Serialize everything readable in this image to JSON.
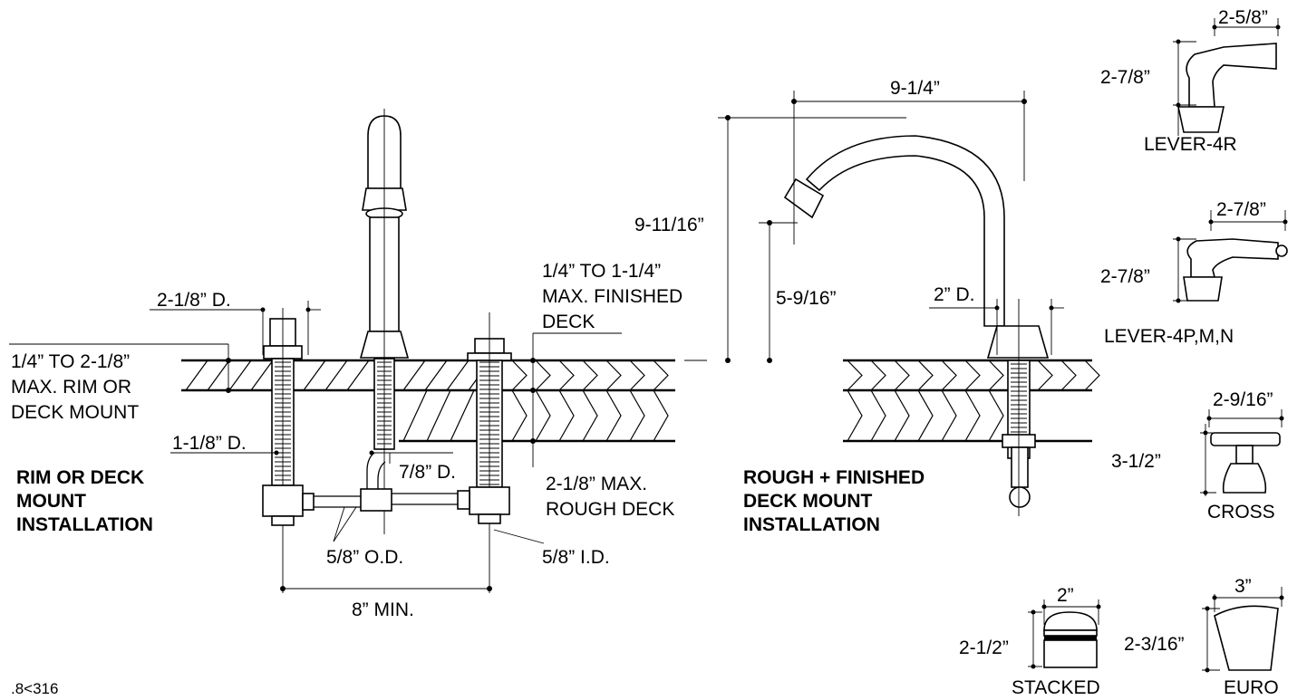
{
  "labels": {
    "rim_deck_title_1": "RIM OR DECK",
    "rim_deck_title_2": "MOUNT",
    "rim_deck_title_3": "INSTALLATION",
    "rough_title_1": "ROUGH + FINISHED",
    "rough_title_2": "DECK MOUNT",
    "rough_title_3": "INSTALLATION",
    "rim_range_1": "1/4” TO 2-1/8”",
    "rim_range_2": "MAX. RIM OR",
    "rim_range_3": "DECK MOUNT",
    "finished_deck_1": "1/4” TO 1-1/4”",
    "finished_deck_2": "MAX. FINISHED",
    "finished_deck_3": "DECK",
    "rough_deck_1": "2-1/8” MAX.",
    "rough_deck_2": "ROUGH DECK",
    "dim_2_1_8_d": "2-1/8” D.",
    "dim_1_1_8_d": "1-1/8” D.",
    "dim_7_8_d": "7/8” D.",
    "dim_5_8_od": "5/8” O.D.",
    "dim_5_8_id": "5/8” I.D.",
    "dim_8_min": "8” MIN.",
    "dim_9_1_4": "9-1/4”",
    "dim_9_11_16": "9-11/16”",
    "dim_5_9_16": "5-9/16”",
    "dim_2_d": "2” D.",
    "doc_code": ".8<316"
  },
  "handles": [
    {
      "name": "LEVER-4R",
      "width": "2-5/8”",
      "height": "2-7/8”"
    },
    {
      "name": "LEVER-4P,M,N",
      "width": "2-7/8”",
      "height": "2-7/8”"
    },
    {
      "name": "CROSS",
      "width": "2-9/16”",
      "height": "3-1/2”"
    },
    {
      "name": "STACKED",
      "width": "2”",
      "height": "2-1/2”"
    },
    {
      "name": "EURO",
      "width": "3”",
      "height": "2-3/16”"
    }
  ]
}
